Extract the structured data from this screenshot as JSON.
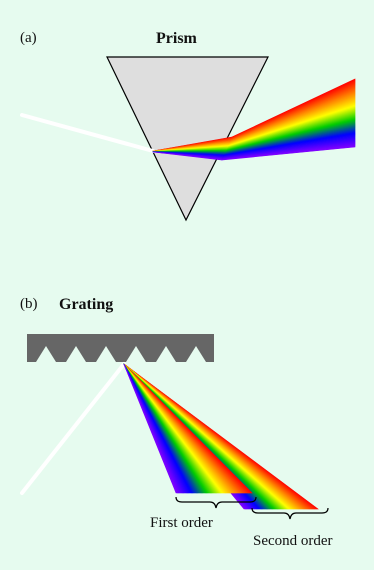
{
  "panel_a": {
    "tag": "(a)",
    "title": "Prism",
    "prism_fill": "#dedede",
    "prism_stroke": "#000000",
    "beam_color": "#ffffff"
  },
  "panel_b": {
    "tag": "(b)",
    "title": "Grating",
    "grating_fill": "#666666",
    "beam_color": "#ffffff",
    "first_order_label": "First order",
    "second_order_label": "Second order"
  },
  "spectrum_colors": [
    "#ff0000",
    "#ff8000",
    "#ffff00",
    "#00cc00",
    "#0000ff",
    "#8000ff"
  ],
  "background": "#e6fbef"
}
